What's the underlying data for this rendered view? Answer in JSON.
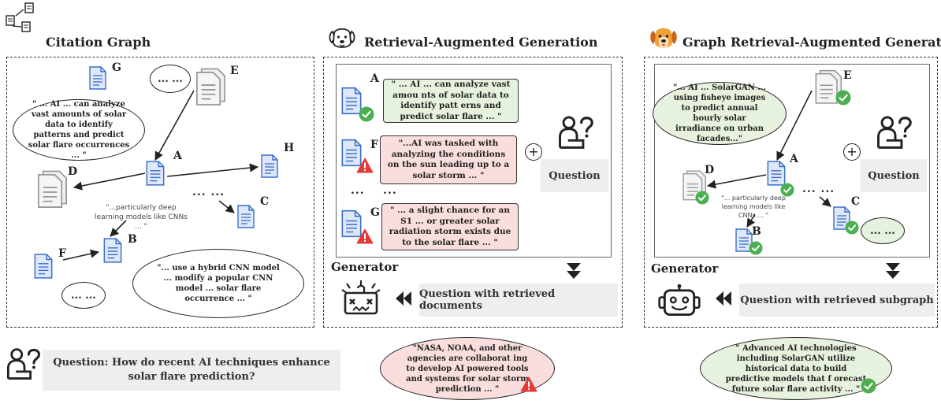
{
  "panels": {
    "citation_graph": {
      "title": "Citation Graph",
      "nodes": {
        "G": "G",
        "E": "E",
        "A": "A",
        "D": "D",
        "H": "H",
        "C": "C",
        "B": "B",
        "F": "F"
      },
      "bubble_top": "\" ... AI ... can analyze vast amounts of solar data to identify patterns and predict solar flare occurrences ... \"",
      "bubble_dots": "... ...",
      "note_a": "\"...particularly deep learning models like CNNs ... \"",
      "dots_ac": "... ...",
      "bubble_b": "\"... use a hybrid CNN model ... modify  a popular CNN model ... solar flare occurrence ... \"",
      "bubble_f": "... ..."
    },
    "rag": {
      "title": "Retrieval-Augmented Generation",
      "docs": [
        {
          "letter": "A",
          "text": "\" ... AI ... can analyze vast amou nts of solar data to identify patt erns and predict solar flare ... \""
        },
        {
          "letter": "F",
          "text": "\"...AI was tasked with analyzing the conditions on the sun leading up to a solar storm ... \""
        },
        {
          "letter": "G",
          "text": "\" ... a slight chance for an S1 ... or greater solar radiation storm exists due to the solar flare ... \""
        }
      ],
      "ellipsis": "...    ...",
      "plus": "+",
      "question": "Question",
      "generator": "Generator",
      "combined": "Question with retrieved documents",
      "answer": "\"NASA, NOAA, and other agencies are collaborat ing to develop AI powered tools and systems for solar storm prediction ... \""
    },
    "graph_rag": {
      "title": "Graph Retrieval-Augmented Generation",
      "nodes": {
        "E": "E",
        "A": "A",
        "D": "D",
        "C": "C",
        "B": "B"
      },
      "bubble_top": "\"... AI ... SolarGAN ... using fisheye images to predict annual hourly solar irradiance on urban facades...\"",
      "plus": "+",
      "question": "Question",
      "note_a": "\"... particularly deep learning models like CNNs ... \"",
      "dots_ac": "... ...",
      "bubble_c": "... ...",
      "generator": "Generator",
      "combined": "Question with retrieved subgraph",
      "answer": "\" Advanced AI technologies including SolarGAN utilize historical data to build predictive models that f orecast future solar flare activity ... \""
    }
  },
  "bottom_question": "Question: How do recent AI techniques enhance solar flare prediction?",
  "colors": {
    "green_box": "#e6f2dd",
    "red_box": "#f9dedd",
    "check": "#4caf50",
    "warning": "#e53935",
    "doc_blue": "#3b6fc9"
  }
}
